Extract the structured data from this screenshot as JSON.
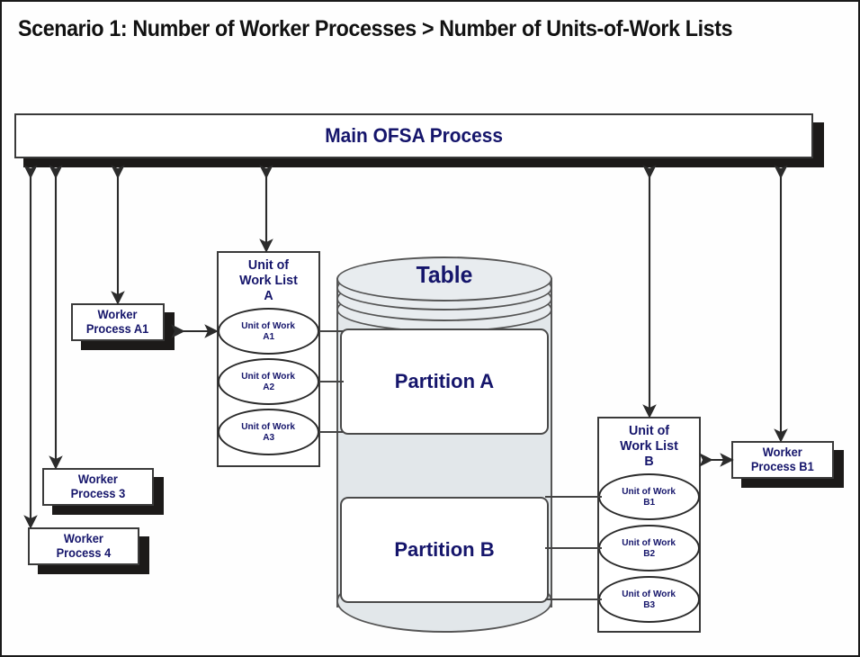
{
  "title": "Scenario 1: Number of Worker Processes > Number of Units-of-Work Lists",
  "main_process": {
    "label": "Main OFSA Process"
  },
  "workers": [
    {
      "id": "a1",
      "line1": "Worker",
      "line2": "Process A1"
    },
    {
      "id": "w3",
      "line1": "Worker",
      "line2": "Process 3"
    },
    {
      "id": "w4",
      "line1": "Worker",
      "line2": "Process 4"
    },
    {
      "id": "b1",
      "line1": "Worker",
      "line2": "Process B1"
    }
  ],
  "lists": [
    {
      "id": "A",
      "title_line1": "Unit of",
      "title_line2": "Work List",
      "title_line3": "A",
      "units": [
        {
          "line1": "Unit of Work",
          "line2": "A1"
        },
        {
          "line1": "Unit of Work",
          "line2": "A2"
        },
        {
          "line1": "Unit of Work",
          "line2": "A3"
        }
      ]
    },
    {
      "id": "B",
      "title_line1": "Unit of",
      "title_line2": "Work List",
      "title_line3": "B",
      "units": [
        {
          "line1": "Unit of Work",
          "line2": "B1"
        },
        {
          "line1": "Unit of Work",
          "line2": "B2"
        },
        {
          "line1": "Unit of Work",
          "line2": "B3"
        }
      ]
    }
  ],
  "table": {
    "label": "Table",
    "partitions": [
      {
        "label": "Partition A"
      },
      {
        "label": "Partition B"
      }
    ]
  },
  "colors": {
    "text_navy": "#15156b",
    "border_dark": "#3a3a3a",
    "shadow": "#1c1a19",
    "cylinder_fill": "#e2e7ea",
    "page_border": "#1a1a1a"
  }
}
